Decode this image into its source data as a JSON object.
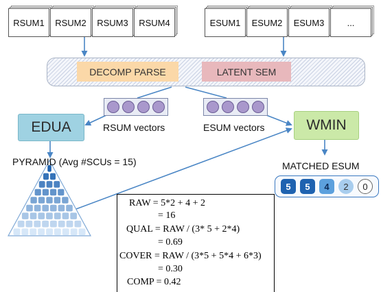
{
  "rsum_docs": [
    "RSUM1",
    "RSUM2",
    "RSUM3",
    "RSUM4"
  ],
  "esum_docs": [
    "ESUM1",
    "ESUM2",
    "ESUM3",
    "..."
  ],
  "process": {
    "decomp_parse": "DECOMP PARSE",
    "latent_sem": "LATENT SEM"
  },
  "vectors": {
    "rsum_label": "RSUM vectors",
    "esum_label": "ESUM vectors"
  },
  "nodes": {
    "edua": "EDUA",
    "wmin": "WMIN"
  },
  "pyramid_label": "PYRAMID (Avg #SCUs = 15)",
  "matched": {
    "label": "MATCHED ESUM",
    "badges": [
      "5",
      "5",
      "4",
      "2",
      "0"
    ]
  },
  "formula": {
    "raw": "RAW = 5*2 + 4 + 2",
    "raw_result": "= 16",
    "qual": "QUAL = RAW / (3* 5 + 2*4)",
    "qual_result": "= 0.69",
    "cover": "COVER = RAW / (3*5 + 5*4 + 6*3)",
    "cover_result": "= 0.30",
    "comp": "COMP = 0.42"
  },
  "colors": {
    "decomp": "#fbd8a8",
    "latent": "#e8b8bc",
    "edua": "#9fd2e2",
    "wmin": "#cbe9a8",
    "arrow": "#4a86c5",
    "vector_circle": "#a998cc",
    "pyramid_dark": "#1e62b0",
    "pyramid_light": "#d6e7f8"
  }
}
